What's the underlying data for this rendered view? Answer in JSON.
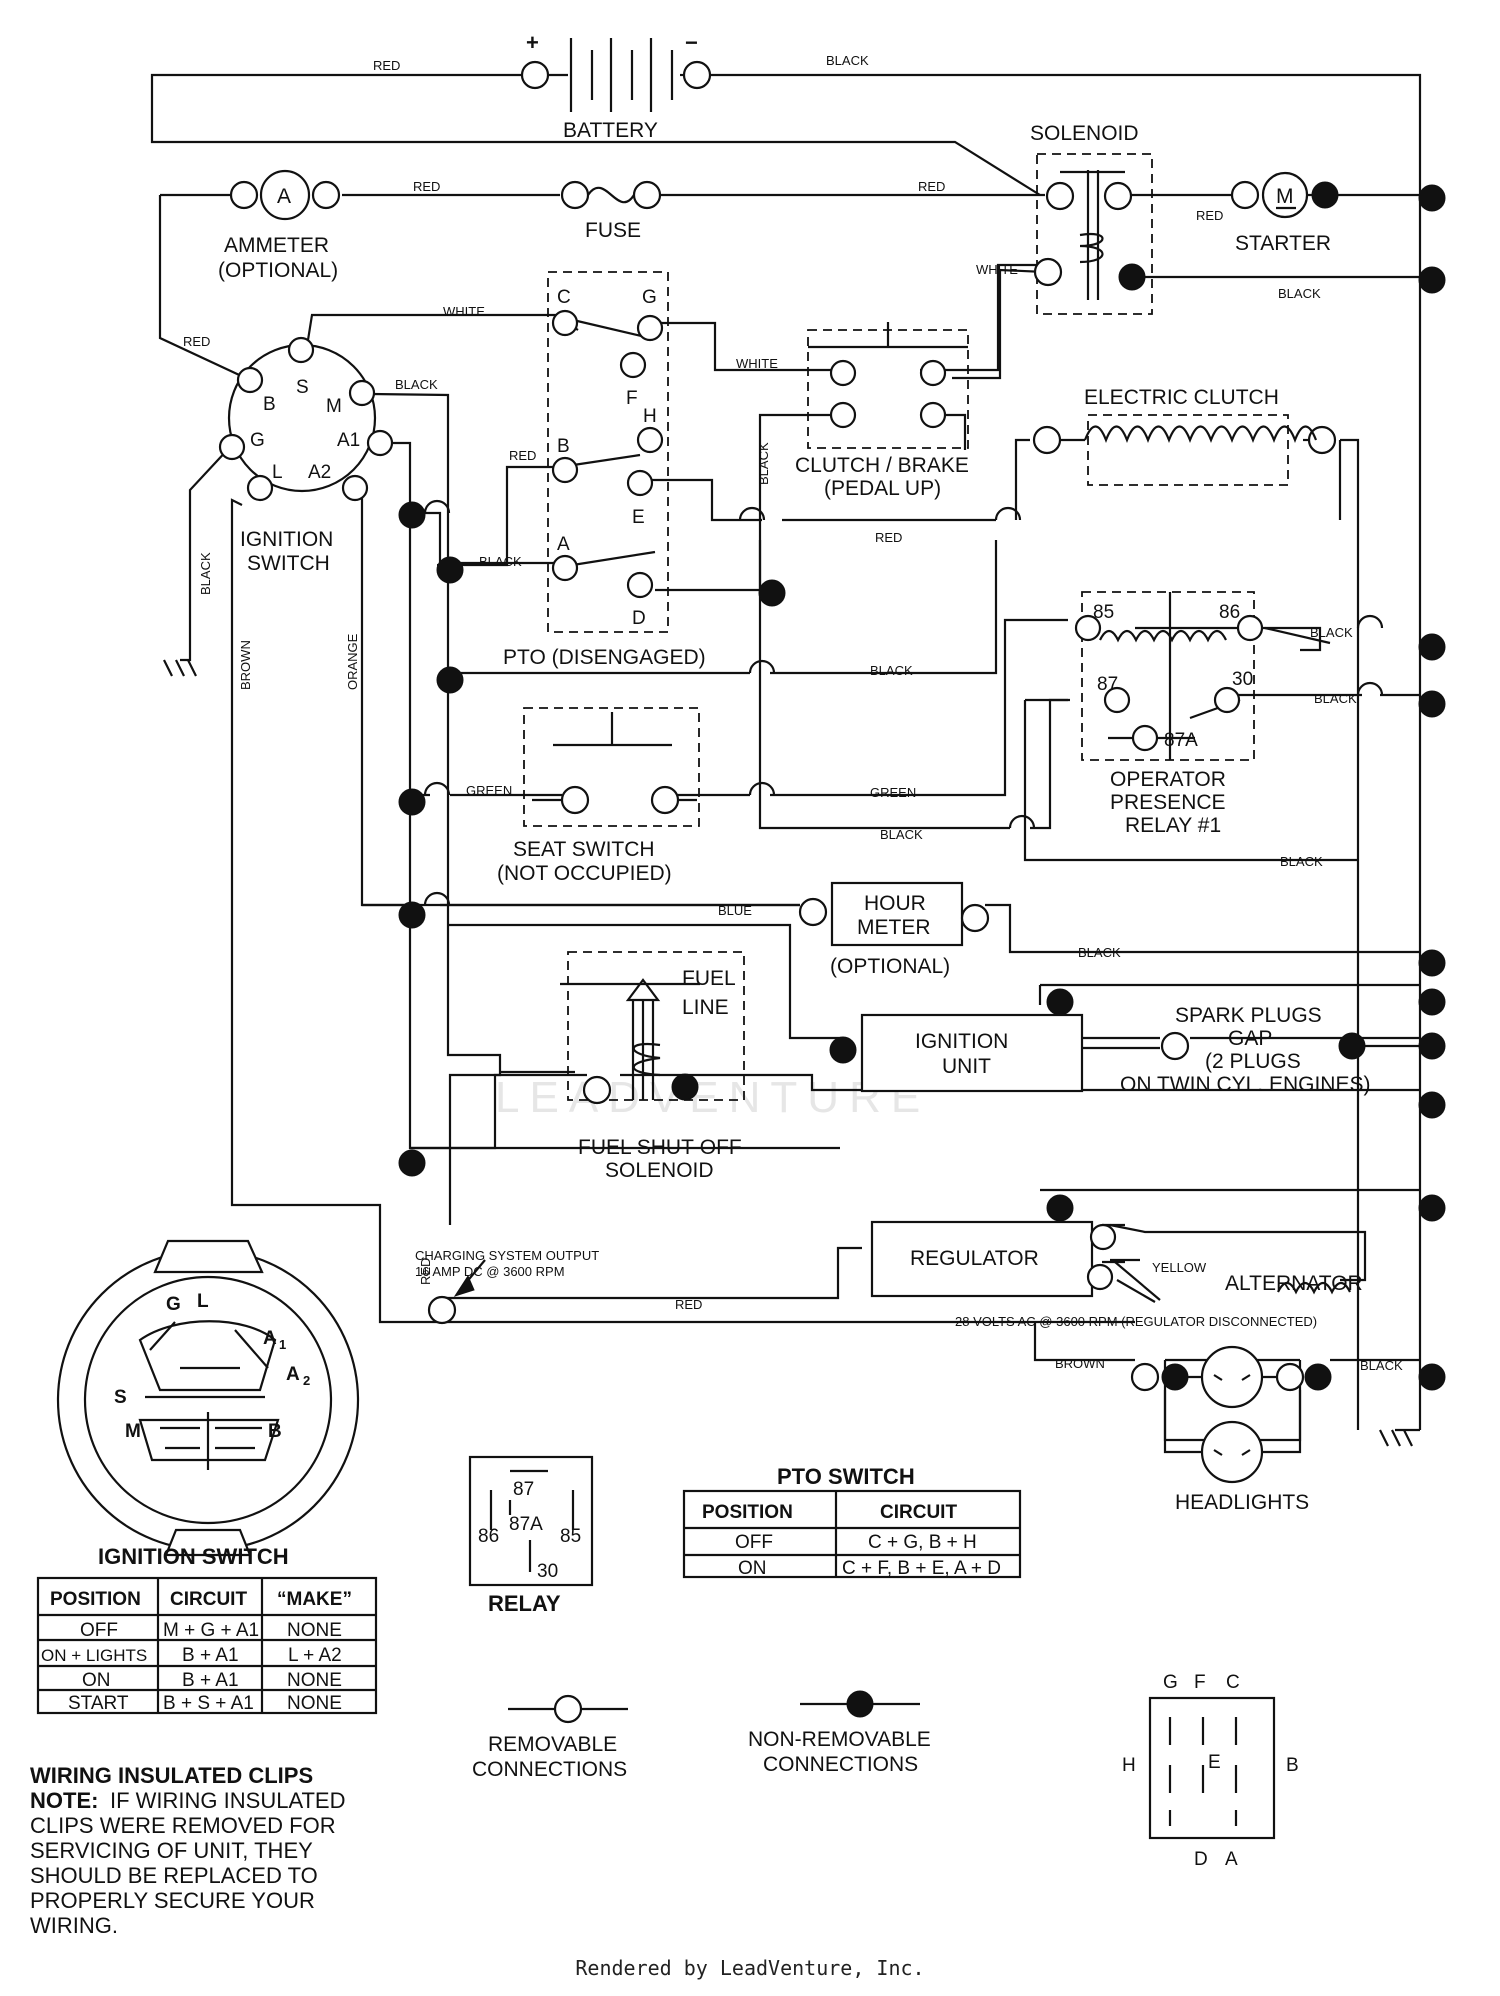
{
  "labels": {
    "battery": "BATTERY",
    "plus": "+",
    "minus": "−",
    "solenoid": "SOLENOID",
    "ammeter_symbol": "A",
    "ammeter": "AMMETER",
    "ammeter_optional": "(OPTIONAL)",
    "fuse": "FUSE",
    "starter_symbol": "M",
    "starter": "STARTER",
    "ignition_switch_1": "IGNITION",
    "ignition_switch_2": "SWITCH",
    "pto": "PTO (DISENGAGED)",
    "clutch_brake_1": "CLUTCH / BRAKE",
    "clutch_brake_2": "(PEDAL UP)",
    "electric_clutch": "ELECTRIC CLUTCH",
    "opr_1": "OPERATOR",
    "opr_2": "PRESENCE",
    "opr_3": "RELAY #1",
    "seat_1": "SEAT SWITCH",
    "seat_2": "(NOT OCCUPIED)",
    "hour_1": "HOUR",
    "hour_2": "METER",
    "hour_opt": "(OPTIONAL)",
    "fuel_line_1": "FUEL",
    "fuel_line_2": "LINE",
    "fuel_sol_1": "FUEL SHUT-OFF",
    "fuel_sol_2": "SOLENOID",
    "ign_unit_1": "IGNITION",
    "ign_unit_2": "UNIT",
    "spark_1": "SPARK PLUGS",
    "spark_2": "GAP",
    "spark_3": "(2 PLUGS",
    "spark_4": "ON TWIN CYL. ENGINES)",
    "charging_1": "CHARGING SYSTEM OUTPUT",
    "charging_2": "16 AMP DC @ 3600 RPM",
    "regulator": "REGULATOR",
    "alternator": "ALTERNATOR",
    "alt_volts": "28 VOLTS AC @ 3600 RPM (REGULATOR DISCONNECTED)",
    "headlights": "HEADLIGHTS",
    "watermark": "LEADVENTURE"
  },
  "pins": {
    "ign": [
      "B",
      "S",
      "M",
      "G",
      "A1",
      "L",
      "A2"
    ],
    "pto": [
      "C",
      "G",
      "F",
      "H",
      "B",
      "E",
      "A",
      "D"
    ],
    "relay": [
      "85",
      "86",
      "87",
      "30",
      "87A"
    ],
    "ign_face": [
      "G",
      "L",
      "A",
      "1",
      "A",
      "2",
      "S",
      "M",
      "B"
    ],
    "pto_face": [
      "G",
      "F",
      "C",
      "H",
      "E",
      "B",
      "D",
      "A"
    ]
  },
  "wires": {
    "red": "RED",
    "black": "BLACK",
    "white": "WHITE",
    "green": "GREEN",
    "blue": "BLUE",
    "brown": "BROWN",
    "orange": "ORANGE",
    "yellow": "YELLOW"
  },
  "relay_legend": {
    "title": "RELAY",
    "pins": [
      "87",
      "86",
      "87A",
      "85",
      "30"
    ]
  },
  "pto_table": {
    "title": "PTO SWITCH",
    "headers": [
      "POSITION",
      "CIRCUIT"
    ],
    "rows": [
      [
        "OFF",
        "C + G, B + H"
      ],
      [
        "ON",
        "C + F, B + E, A + D"
      ]
    ]
  },
  "ignition_table": {
    "title": "IGNITION SWITCH",
    "headers": [
      "POSITION",
      "CIRCUIT",
      "“MAKE”"
    ],
    "rows": [
      [
        "OFF",
        "M + G + A1",
        "NONE"
      ],
      [
        "ON + LIGHTS",
        "B + A1",
        "L + A2"
      ],
      [
        "ON",
        "B + A1",
        "NONE"
      ],
      [
        "START",
        "B + S + A1",
        "NONE"
      ]
    ]
  },
  "legend": {
    "removable_1": "REMOVABLE",
    "removable_2": "CONNECTIONS",
    "nonremovable_1": "NON-REMOVABLE",
    "nonremovable_2": "CONNECTIONS"
  },
  "note": {
    "title": "WIRING INSULATED CLIPS",
    "prefix": "NOTE:",
    "line_1": "IF WIRING INSULATED",
    "line_2": "CLIPS WERE REMOVED FOR",
    "line_3": "SERVICING OF UNIT, THEY",
    "line_4": "SHOULD BE REPLACED TO",
    "line_5": "PROPERLY SECURE YOUR",
    "line_6": "WIRING."
  },
  "footer": "Rendered by LeadVenture, Inc.",
  "colors": {
    "ink": "#111111",
    "background": "#ffffff",
    "watermark": "#e6e6e6"
  }
}
